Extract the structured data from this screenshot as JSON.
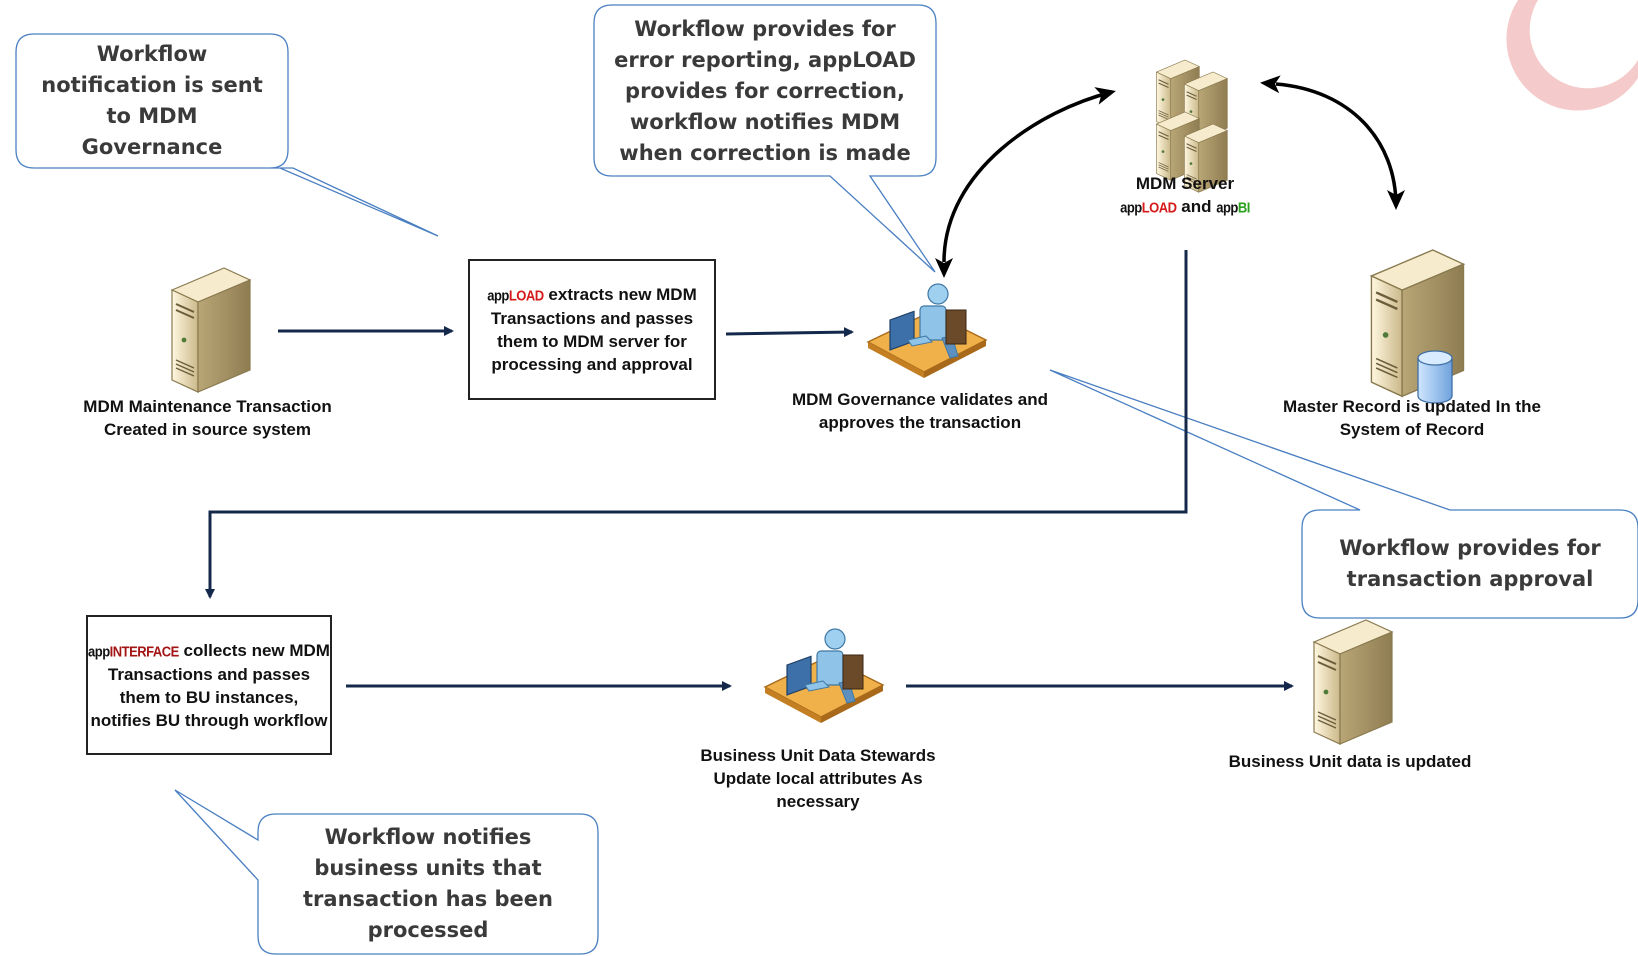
{
  "callouts": {
    "notification": "Workflow notification is sent to MDM Governance",
    "error_reporting": "Workflow provides for error reporting, appLOAD provides for correction, workflow notifies MDM when correction is made",
    "approval": "Workflow provides for transaction approval",
    "bu_notify": "Workflow notifies business units that transaction has been processed"
  },
  "nodes": {
    "source_system": "MDM Maintenance Transaction Created in source system",
    "governance": "MDM Governance validates and approves the transaction",
    "mdm_server": "MDM Server",
    "mdm_server_and": "and",
    "master_record": "Master Record is updated In the System of Record",
    "bu_stewards": "Business Unit Data Stewards Update local attributes As necessary",
    "bu_updated": "Business Unit data is updated"
  },
  "brands": {
    "app": "app",
    "load": "LOAD",
    "bi": "BI",
    "interface": "INTERFACE"
  },
  "boxes": {
    "appload_rest": " extracts new MDM Transactions and passes them to MDM server for processing and approval",
    "appinterface_rest": " collects new MDM Transactions and passes them to BU instances, notifies BU through workflow"
  },
  "colors": {
    "arrow": "#14284b",
    "callout_border": "#4a7fc1",
    "server_body": "#e8dcb8",
    "brand_red": "#d61a1a",
    "brand_green": "#2aa01e"
  }
}
